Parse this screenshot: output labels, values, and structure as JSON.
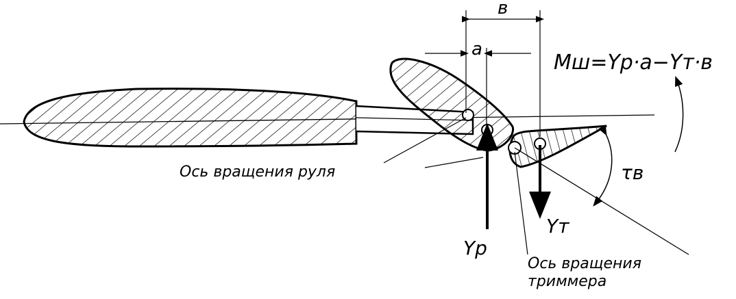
{
  "labels": {
    "dim_b": "в",
    "dim_a": "a",
    "moment_eq": "Мш=Yр·a−Yт·в",
    "rudder_axis": "Ось вращения руля",
    "trim_axis_line1": "Ось вращения",
    "trim_axis_line2": "триммера",
    "force_rudder": "Yр",
    "force_trim": "Yт",
    "angle": "τв"
  }
}
